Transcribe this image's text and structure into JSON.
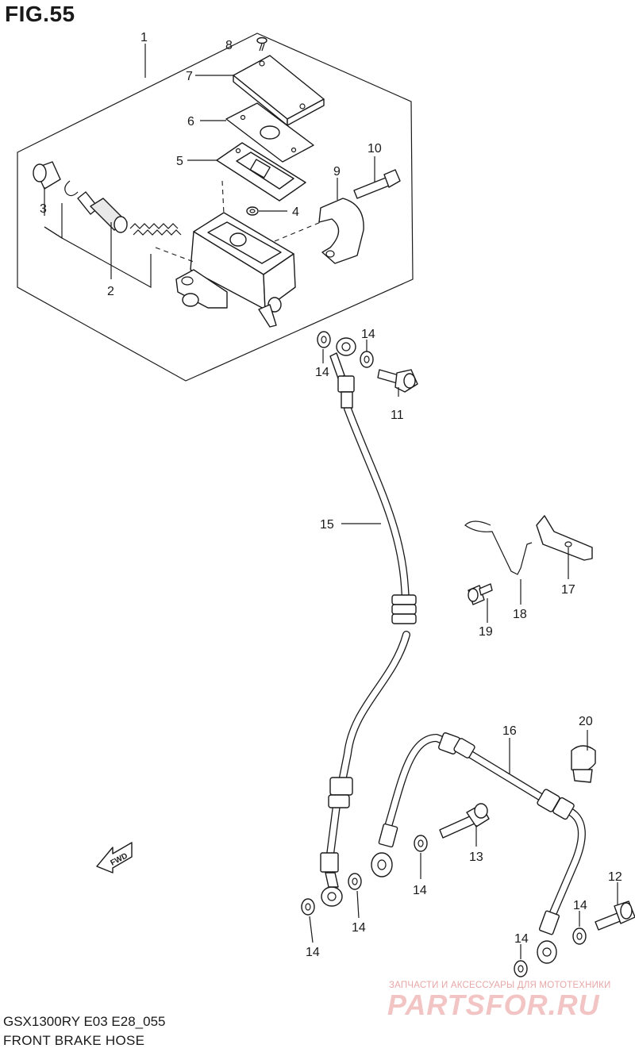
{
  "figure": {
    "title": "FIG.55",
    "model": "GSX1300RY E03 E28_055",
    "caption": "FRONT BRAKE HOSE"
  },
  "direction_marker": "FWD",
  "callouts": [
    {
      "id": "c1",
      "label": "1"
    },
    {
      "id": "c2",
      "label": "2"
    },
    {
      "id": "c3",
      "label": "3"
    },
    {
      "id": "c4",
      "label": "4"
    },
    {
      "id": "c5",
      "label": "5"
    },
    {
      "id": "c6",
      "label": "6"
    },
    {
      "id": "c7",
      "label": "7"
    },
    {
      "id": "c8",
      "label": "8"
    },
    {
      "id": "c9",
      "label": "9"
    },
    {
      "id": "c10",
      "label": "10"
    },
    {
      "id": "c11",
      "label": "11"
    },
    {
      "id": "c12",
      "label": "12"
    },
    {
      "id": "c13",
      "label": "13"
    },
    {
      "id": "c14a",
      "label": "14"
    },
    {
      "id": "c14b",
      "label": "14"
    },
    {
      "id": "c14c",
      "label": "14"
    },
    {
      "id": "c14d",
      "label": "14"
    },
    {
      "id": "c14e",
      "label": "14"
    },
    {
      "id": "c14f",
      "label": "14"
    },
    {
      "id": "c14g",
      "label": "14"
    },
    {
      "id": "c15",
      "label": "15"
    },
    {
      "id": "c16",
      "label": "16"
    },
    {
      "id": "c17",
      "label": "17"
    },
    {
      "id": "c18",
      "label": "18"
    },
    {
      "id": "c19",
      "label": "19"
    },
    {
      "id": "c20",
      "label": "20"
    }
  ],
  "watermark": {
    "tagline": "ЗАПЧАСТИ И АКСЕССУАРЫ ДЛЯ МОТОТЕХНИКИ",
    "brand": "PARTSFOR.RU"
  }
}
